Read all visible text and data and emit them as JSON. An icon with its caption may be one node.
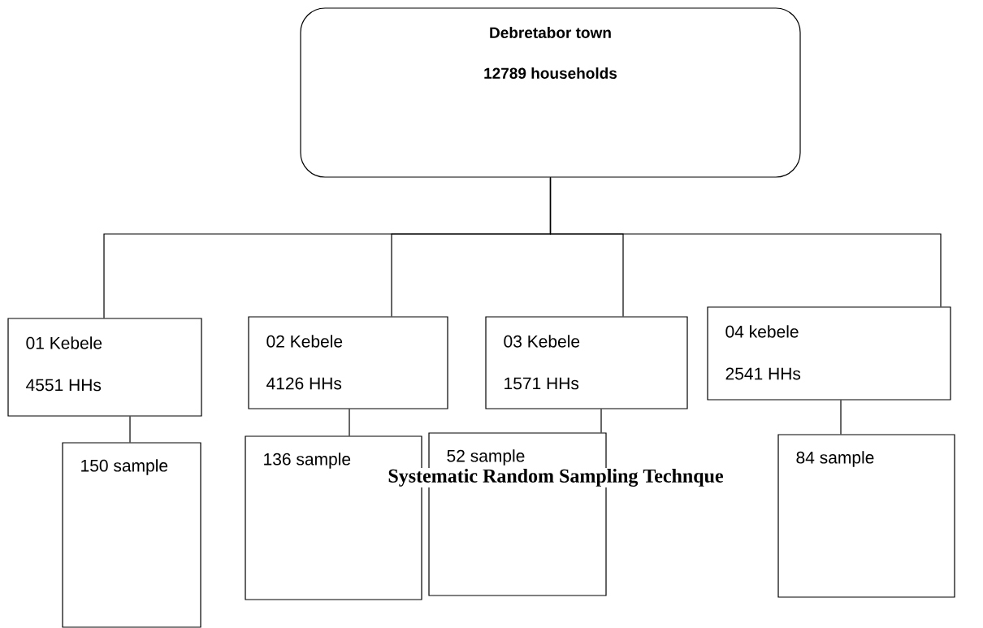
{
  "diagram": {
    "nodes": [
      {
        "text": [
          "Debretabor town",
          "12789 households"
        ]
      },
      {
        "text": [
          "01 Kebele",
          "4551 HHs"
        ]
      },
      {
        "text": [
          "02 Kebele",
          "4126 HHs"
        ]
      },
      {
        "text": [
          "03 Kebele",
          "1571 HHs"
        ]
      },
      {
        "text": [
          "04 kebele",
          "2541 HHs"
        ]
      },
      {
        "text": [
          "150 sample"
        ]
      },
      {
        "text": [
          "136 sample"
        ]
      },
      {
        "text": [
          "52 sample"
        ]
      },
      {
        "text": [
          "84 sample"
        ]
      }
    ],
    "edges": [
      {
        "from": 0,
        "to": 1,
        "arrow": "none"
      },
      {
        "from": 0,
        "to": 2,
        "arrow": "none"
      },
      {
        "from": 0,
        "to": 3,
        "arrow": "none"
      },
      {
        "from": 0,
        "to": 4,
        "arrow": "none"
      },
      {
        "from": 1,
        "to": 5,
        "arrow": "none"
      },
      {
        "from": 2,
        "to": 6,
        "arrow": "none"
      },
      {
        "from": 3,
        "to": 7,
        "arrow": "none"
      },
      {
        "from": 4,
        "to": 8,
        "arrow": "none"
      }
    ],
    "labels": [
      "Systematic Random   Sampling Technque"
    ]
  }
}
